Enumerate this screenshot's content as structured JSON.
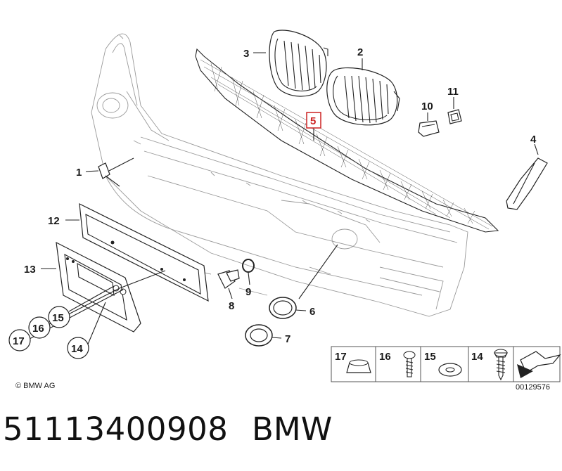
{
  "diagram": {
    "callouts": [
      {
        "label": "1"
      },
      {
        "label": "2"
      },
      {
        "label": "3"
      },
      {
        "label": "4"
      },
      {
        "label": "5",
        "highlighted": true
      },
      {
        "label": "6"
      },
      {
        "label": "7"
      },
      {
        "label": "8"
      },
      {
        "label": "9"
      },
      {
        "label": "10"
      },
      {
        "label": "11"
      },
      {
        "label": "12"
      },
      {
        "label": "13"
      },
      {
        "label": "14"
      },
      {
        "label": "15"
      },
      {
        "label": "16"
      },
      {
        "label": "17"
      }
    ],
    "legend": [
      {
        "label": "17"
      },
      {
        "label": "16"
      },
      {
        "label": "15"
      },
      {
        "label": "14"
      }
    ],
    "copyright": "© BMW AG",
    "drawing_number": "00129576",
    "highlight_color": "#cc2222"
  },
  "footer": {
    "part_number": "51113400908",
    "brand": "BMW"
  }
}
